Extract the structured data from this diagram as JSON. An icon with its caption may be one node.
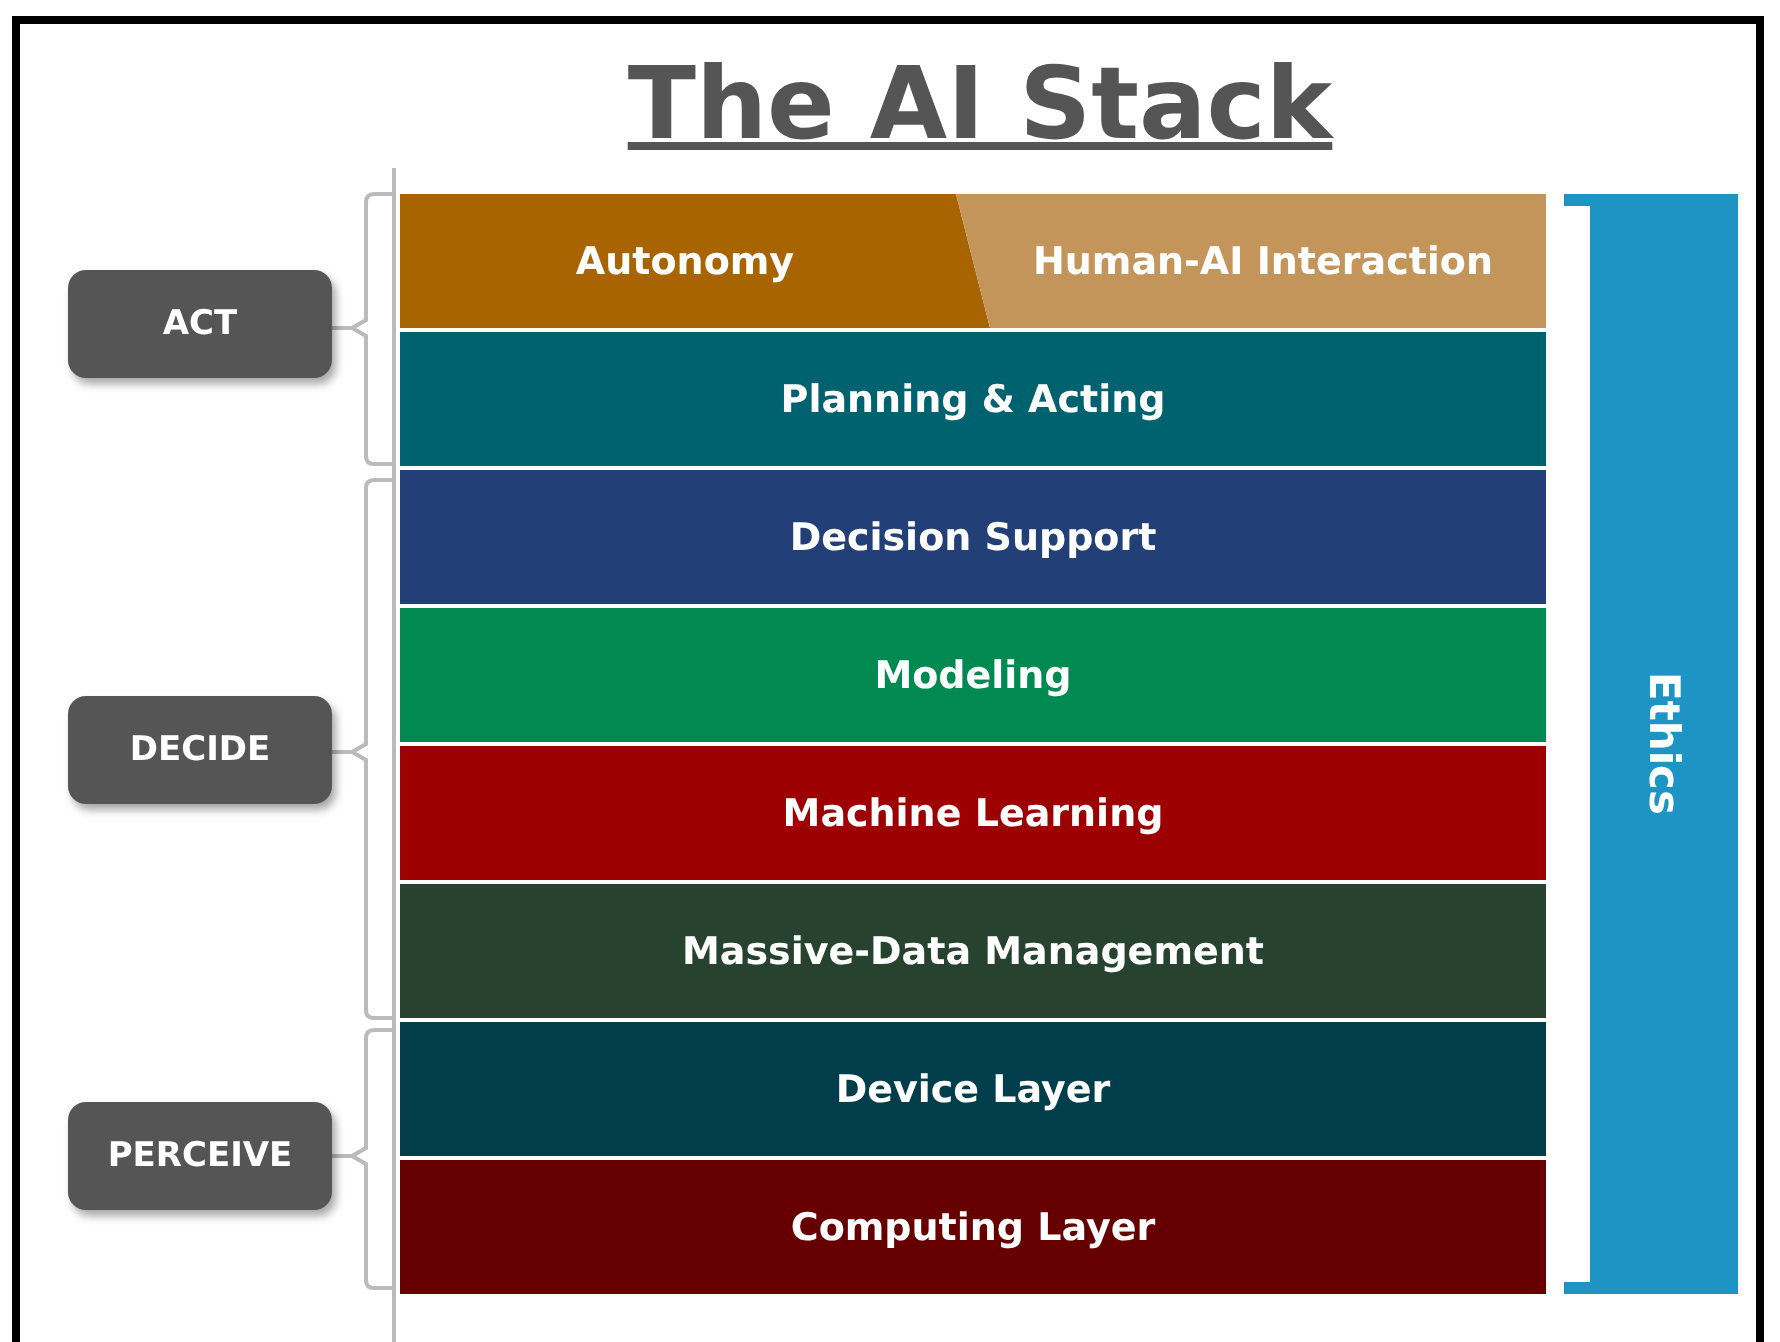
{
  "diagram": {
    "title": "The AI Stack",
    "nodes": [
      {
        "text": [
          "ACT"
        ]
      },
      {
        "text": [
          "DECIDE"
        ]
      },
      {
        "text": [
          "PERCEIVE"
        ]
      },
      {
        "text": [
          "Autonomy"
        ]
      },
      {
        "text": [
          "Human-AI Interaction"
        ]
      },
      {
        "text": [
          "Planning & Acting"
        ]
      },
      {
        "text": [
          "Decision Support"
        ]
      },
      {
        "text": [
          "Modeling"
        ]
      },
      {
        "text": [
          "Machine Learning"
        ]
      },
      {
        "text": [
          "Massive-Data Management"
        ]
      },
      {
        "text": [
          "Device Layer"
        ]
      },
      {
        "text": [
          "Computing Layer"
        ]
      },
      {
        "text": [
          "Ethics"
        ]
      }
    ]
  }
}
